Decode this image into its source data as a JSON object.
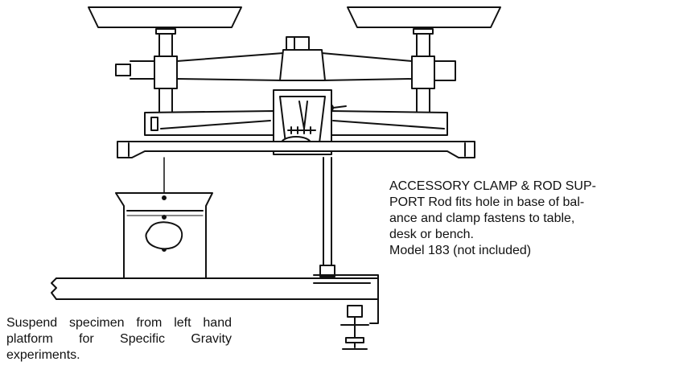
{
  "captions": {
    "accessory": "ACCESSORY CLAMP & ROD SUPPORT Rod fits hole in base of balance and clamp fastens to table, desk or bench.",
    "accessory_lines": [
      "ACCESSORY CLAMP & ROD SUP-",
      "PORT Rod fits hole in base of bal-",
      "ance and clamp fastens to table,",
      "desk or bench."
    ],
    "model": "Model 183 (not included)",
    "specimen": "Suspend specimen from left hand platform for Specific Gravity experiments."
  },
  "colors": {
    "ink": "#111111",
    "paper": "#ffffff"
  },
  "components": [
    "left-pan",
    "right-pan",
    "beam",
    "pointer-housing",
    "base",
    "suspension-thread",
    "beaker",
    "specimen",
    "support-rod",
    "table-top",
    "c-clamp"
  ]
}
